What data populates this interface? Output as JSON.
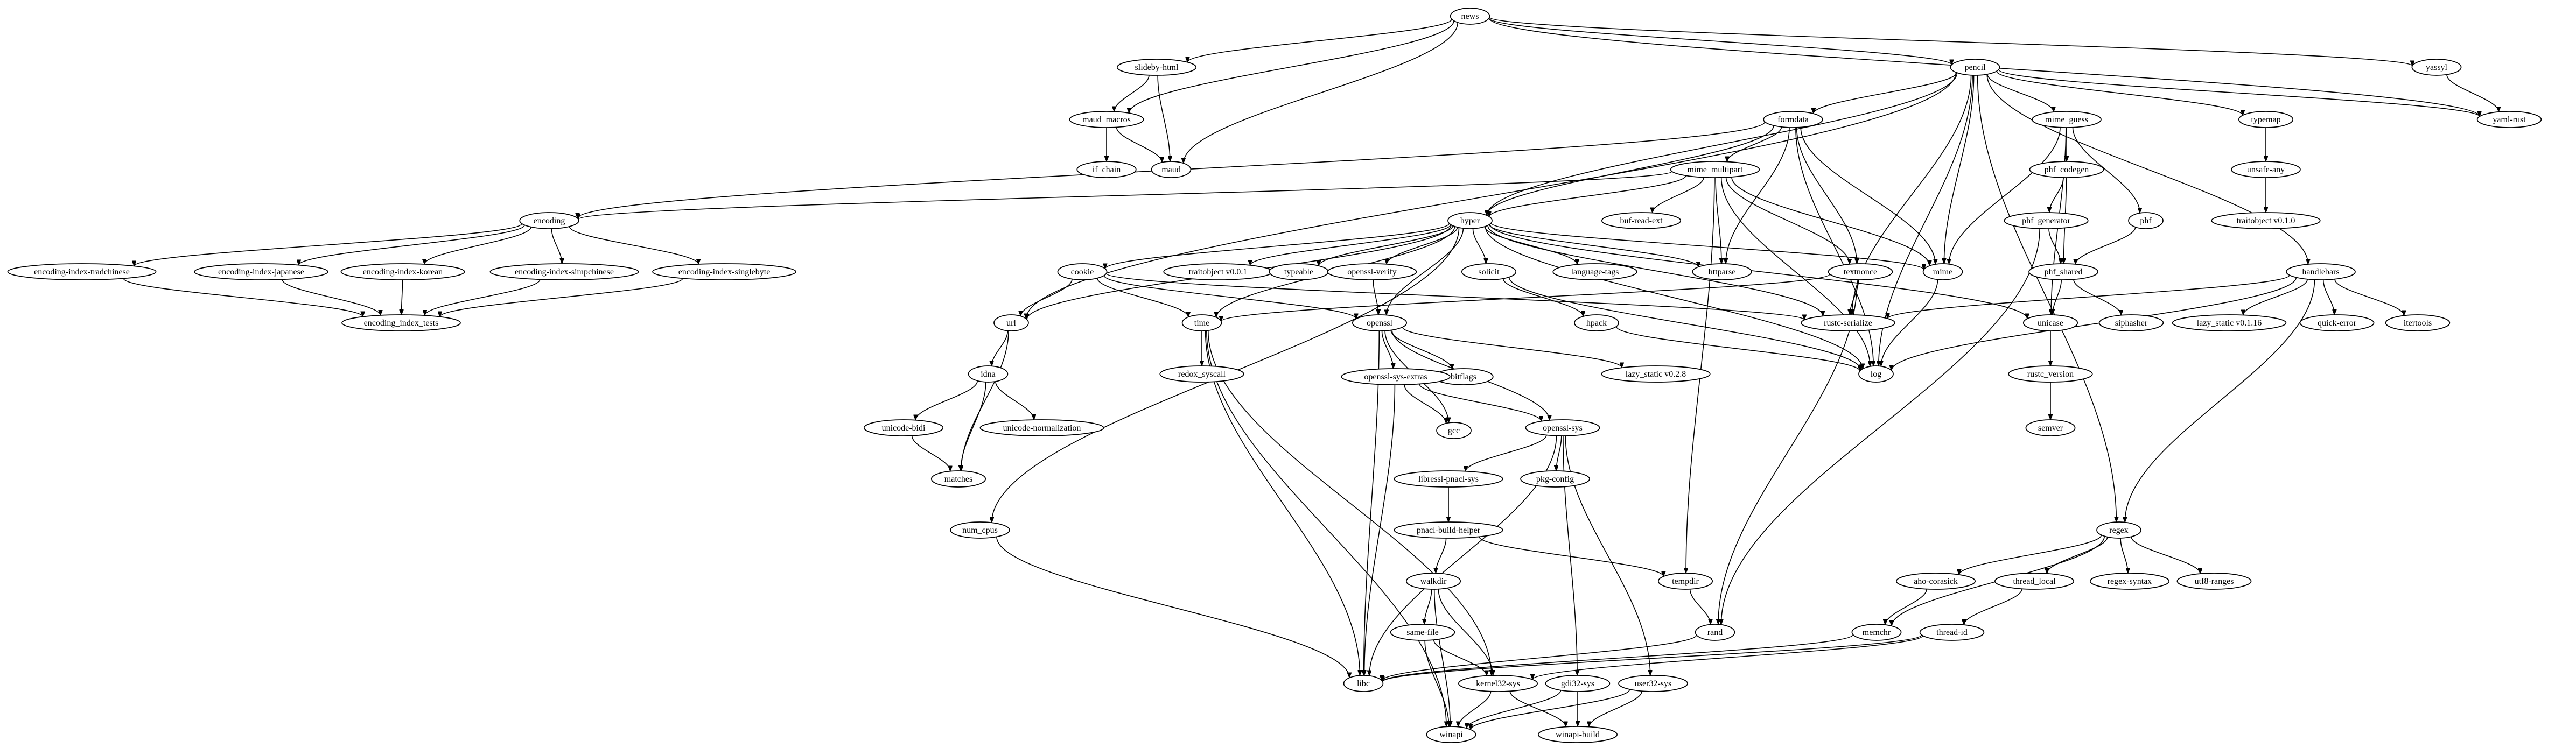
{
  "graph": {
    "nodes": [
      {
        "id": "news",
        "label": "news"
      },
      {
        "id": "slideby-html",
        "label": "slideby-html"
      },
      {
        "id": "pencil",
        "label": "pencil"
      },
      {
        "id": "yassyl",
        "label": "yassyl"
      },
      {
        "id": "maud_macros",
        "label": "maud_macros"
      },
      {
        "id": "formdata",
        "label": "formdata"
      },
      {
        "id": "mime_guess",
        "label": "mime_guess"
      },
      {
        "id": "typemap",
        "label": "typemap"
      },
      {
        "id": "yaml-rust",
        "label": "yaml-rust"
      },
      {
        "id": "if_chain",
        "label": "if_chain"
      },
      {
        "id": "maud",
        "label": "maud"
      },
      {
        "id": "mime_multipart",
        "label": "mime_multipart"
      },
      {
        "id": "phf_codegen",
        "label": "phf_codegen"
      },
      {
        "id": "unsafe-any",
        "label": "unsafe-any"
      },
      {
        "id": "encoding",
        "label": "encoding"
      },
      {
        "id": "buf-read-ext",
        "label": "buf-read-ext"
      },
      {
        "id": "phf_generator",
        "label": "phf_generator"
      },
      {
        "id": "phf",
        "label": "phf"
      },
      {
        "id": "traitobject v0.1.0",
        "label": "traitobject v0.1.0"
      },
      {
        "id": "hyper",
        "label": "hyper"
      },
      {
        "id": "encoding-index-tradchinese",
        "label": "encoding-index-tradchinese"
      },
      {
        "id": "encoding-index-japanese",
        "label": "encoding-index-japanese"
      },
      {
        "id": "encoding-index-korean",
        "label": "encoding-index-korean"
      },
      {
        "id": "encoding-index-simpchinese",
        "label": "encoding-index-simpchinese"
      },
      {
        "id": "encoding-index-singlebyte",
        "label": "encoding-index-singlebyte"
      },
      {
        "id": "cookie",
        "label": "cookie"
      },
      {
        "id": "traitobject v0.0.1",
        "label": "traitobject v0.0.1"
      },
      {
        "id": "typeable",
        "label": "typeable"
      },
      {
        "id": "openssl-verify",
        "label": "openssl-verify"
      },
      {
        "id": "solicit",
        "label": "solicit"
      },
      {
        "id": "language-tags",
        "label": "language-tags"
      },
      {
        "id": "httparse",
        "label": "httparse"
      },
      {
        "id": "textnonce",
        "label": "textnonce"
      },
      {
        "id": "mime",
        "label": "mime"
      },
      {
        "id": "phf_shared",
        "label": "phf_shared"
      },
      {
        "id": "handlebars",
        "label": "handlebars"
      },
      {
        "id": "encoding_index_tests",
        "label": "encoding_index_tests"
      },
      {
        "id": "url",
        "label": "url"
      },
      {
        "id": "time",
        "label": "time"
      },
      {
        "id": "openssl",
        "label": "openssl"
      },
      {
        "id": "hpack",
        "label": "hpack"
      },
      {
        "id": "rustc-serialize",
        "label": "rustc-serialize"
      },
      {
        "id": "unicase",
        "label": "unicase"
      },
      {
        "id": "siphasher",
        "label": "siphasher"
      },
      {
        "id": "lazy_static v0.1.16",
        "label": "lazy_static v0.1.16"
      },
      {
        "id": "quick-error",
        "label": "quick-error"
      },
      {
        "id": "itertools",
        "label": "itertools"
      },
      {
        "id": "redox_syscall",
        "label": "redox_syscall"
      },
      {
        "id": "bitflags",
        "label": "bitflags"
      },
      {
        "id": "lazy_static v0.2.8",
        "label": "lazy_static v0.2.8"
      },
      {
        "id": "log",
        "label": "log"
      },
      {
        "id": "openssl-sys-extras",
        "label": "openssl-sys-extras"
      },
      {
        "id": "rustc_version",
        "label": "rustc_version"
      },
      {
        "id": "idna",
        "label": "idna"
      },
      {
        "id": "gcc",
        "label": "gcc"
      },
      {
        "id": "openssl-sys",
        "label": "openssl-sys"
      },
      {
        "id": "semver",
        "label": "semver"
      },
      {
        "id": "unicode-bidi",
        "label": "unicode-bidi"
      },
      {
        "id": "unicode-normalization",
        "label": "unicode-normalization"
      },
      {
        "id": "matches",
        "label": "matches"
      },
      {
        "id": "libressl-pnacl-sys",
        "label": "libressl-pnacl-sys"
      },
      {
        "id": "pkg-config",
        "label": "pkg-config"
      },
      {
        "id": "pnacl-build-helper",
        "label": "pnacl-build-helper"
      },
      {
        "id": "regex",
        "label": "regex"
      },
      {
        "id": "num_cpus",
        "label": "num_cpus"
      },
      {
        "id": "walkdir",
        "label": "walkdir"
      },
      {
        "id": "tempdir",
        "label": "tempdir"
      },
      {
        "id": "aho-corasick",
        "label": "aho-corasick"
      },
      {
        "id": "thread_local",
        "label": "thread_local"
      },
      {
        "id": "regex-syntax",
        "label": "regex-syntax"
      },
      {
        "id": "utf8-ranges",
        "label": "utf8-ranges"
      },
      {
        "id": "same-file",
        "label": "same-file"
      },
      {
        "id": "rand",
        "label": "rand"
      },
      {
        "id": "memchr",
        "label": "memchr"
      },
      {
        "id": "thread-id",
        "label": "thread-id"
      },
      {
        "id": "libc",
        "label": "libc"
      },
      {
        "id": "kernel32-sys",
        "label": "kernel32-sys"
      },
      {
        "id": "gdi32-sys",
        "label": "gdi32-sys"
      },
      {
        "id": "user32-sys",
        "label": "user32-sys"
      },
      {
        "id": "winapi",
        "label": "winapi"
      },
      {
        "id": "winapi-build",
        "label": "winapi-build"
      }
    ],
    "edges": [
      [
        "news",
        "slideby-html"
      ],
      [
        "news",
        "maud_macros"
      ],
      [
        "news",
        "maud"
      ],
      [
        "news",
        "pencil"
      ],
      [
        "news",
        "yassyl"
      ],
      [
        "news",
        "yaml-rust"
      ],
      [
        "slideby-html",
        "maud_macros"
      ],
      [
        "slideby-html",
        "maud"
      ],
      [
        "maud_macros",
        "if_chain"
      ],
      [
        "maud_macros",
        "maud"
      ],
      [
        "yassyl",
        "yaml-rust"
      ],
      [
        "pencil",
        "formdata"
      ],
      [
        "pencil",
        "mime_guess"
      ],
      [
        "pencil",
        "typemap"
      ],
      [
        "pencil",
        "yaml-rust"
      ],
      [
        "pencil",
        "hyper"
      ],
      [
        "pencil",
        "url"
      ],
      [
        "pencil",
        "mime"
      ],
      [
        "pencil",
        "handlebars"
      ],
      [
        "pencil",
        "regex"
      ],
      [
        "pencil",
        "log"
      ],
      [
        "pencil",
        "rustc-serialize"
      ],
      [
        "formdata",
        "mime_multipart"
      ],
      [
        "formdata",
        "encoding"
      ],
      [
        "formdata",
        "hyper"
      ],
      [
        "formdata",
        "httparse"
      ],
      [
        "formdata",
        "textnonce"
      ],
      [
        "formdata",
        "mime"
      ],
      [
        "formdata",
        "log"
      ],
      [
        "mime_guess",
        "phf_codegen"
      ],
      [
        "mime_guess",
        "phf"
      ],
      [
        "mime_guess",
        "mime"
      ],
      [
        "mime_guess",
        "unicase"
      ],
      [
        "typemap",
        "unsafe-any"
      ],
      [
        "unsafe-any",
        "traitobject v0.1.0"
      ],
      [
        "mime_multipart",
        "buf-read-ext"
      ],
      [
        "mime_multipart",
        "hyper"
      ],
      [
        "mime_multipart",
        "httparse"
      ],
      [
        "mime_multipart",
        "textnonce"
      ],
      [
        "mime_multipart",
        "mime"
      ],
      [
        "mime_multipart",
        "encoding"
      ],
      [
        "mime_multipart",
        "log"
      ],
      [
        "mime_multipart",
        "tempdir"
      ],
      [
        "phf_codegen",
        "phf_generator"
      ],
      [
        "phf_codegen",
        "phf_shared"
      ],
      [
        "phf_generator",
        "phf_shared"
      ],
      [
        "phf_generator",
        "rand"
      ],
      [
        "phf",
        "phf_shared"
      ],
      [
        "phf_shared",
        "siphasher"
      ],
      [
        "phf_shared",
        "unicase"
      ],
      [
        "encoding",
        "encoding-index-tradchinese"
      ],
      [
        "encoding",
        "encoding-index-japanese"
      ],
      [
        "encoding",
        "encoding-index-korean"
      ],
      [
        "encoding",
        "encoding-index-simpchinese"
      ],
      [
        "encoding",
        "encoding-index-singlebyte"
      ],
      [
        "encoding-index-tradchinese",
        "encoding_index_tests"
      ],
      [
        "encoding-index-japanese",
        "encoding_index_tests"
      ],
      [
        "encoding-index-korean",
        "encoding_index_tests"
      ],
      [
        "encoding-index-simpchinese",
        "encoding_index_tests"
      ],
      [
        "encoding-index-singlebyte",
        "encoding_index_tests"
      ],
      [
        "hyper",
        "cookie"
      ],
      [
        "hyper",
        "traitobject v0.0.1"
      ],
      [
        "hyper",
        "typeable"
      ],
      [
        "hyper",
        "openssl-verify"
      ],
      [
        "hyper",
        "solicit"
      ],
      [
        "hyper",
        "language-tags"
      ],
      [
        "hyper",
        "httparse"
      ],
      [
        "hyper",
        "mime"
      ],
      [
        "hyper",
        "url"
      ],
      [
        "hyper",
        "time"
      ],
      [
        "hyper",
        "openssl"
      ],
      [
        "hyper",
        "num_cpus"
      ],
      [
        "hyper",
        "unicase"
      ],
      [
        "hyper",
        "log"
      ],
      [
        "hyper",
        "rustc-serialize"
      ],
      [
        "cookie",
        "url"
      ],
      [
        "cookie",
        "time"
      ],
      [
        "cookie",
        "openssl"
      ],
      [
        "cookie",
        "rustc-serialize"
      ],
      [
        "openssl-verify",
        "openssl"
      ],
      [
        "solicit",
        "hpack"
      ],
      [
        "solicit",
        "log"
      ],
      [
        "textnonce",
        "rustc-serialize"
      ],
      [
        "textnonce",
        "rand"
      ],
      [
        "textnonce",
        "time"
      ],
      [
        "mime",
        "log"
      ],
      [
        "handlebars",
        "lazy_static v0.1.16"
      ],
      [
        "handlebars",
        "quick-error"
      ],
      [
        "handlebars",
        "itertools"
      ],
      [
        "handlebars",
        "regex"
      ],
      [
        "handlebars",
        "log"
      ],
      [
        "handlebars",
        "rustc-serialize"
      ],
      [
        "url",
        "idna"
      ],
      [
        "url",
        "matches"
      ],
      [
        "time",
        "redox_syscall"
      ],
      [
        "time",
        "libc"
      ],
      [
        "time",
        "kernel32-sys"
      ],
      [
        "time",
        "winapi"
      ],
      [
        "openssl",
        "openssl-sys-extras"
      ],
      [
        "openssl",
        "bitflags"
      ],
      [
        "openssl",
        "lazy_static v0.2.8"
      ],
      [
        "openssl",
        "openssl-sys"
      ],
      [
        "openssl",
        "gcc"
      ],
      [
        "openssl",
        "libc"
      ],
      [
        "hpack",
        "log"
      ],
      [
        "unicase",
        "rustc_version"
      ],
      [
        "rustc_version",
        "semver"
      ],
      [
        "openssl-sys-extras",
        "gcc"
      ],
      [
        "openssl-sys-extras",
        "openssl-sys"
      ],
      [
        "openssl-sys-extras",
        "libc"
      ],
      [
        "idna",
        "unicode-bidi"
      ],
      [
        "idna",
        "unicode-normalization"
      ],
      [
        "idna",
        "matches"
      ],
      [
        "unicode-bidi",
        "matches"
      ],
      [
        "openssl-sys",
        "libressl-pnacl-sys"
      ],
      [
        "openssl-sys",
        "pkg-config"
      ],
      [
        "openssl-sys",
        "libc"
      ],
      [
        "openssl-sys",
        "gdi32-sys"
      ],
      [
        "openssl-sys",
        "user32-sys"
      ],
      [
        "libressl-pnacl-sys",
        "pnacl-build-helper"
      ],
      [
        "pnacl-build-helper",
        "walkdir"
      ],
      [
        "pnacl-build-helper",
        "tempdir"
      ],
      [
        "regex",
        "aho-corasick"
      ],
      [
        "regex",
        "thread_local"
      ],
      [
        "regex",
        "regex-syntax"
      ],
      [
        "regex",
        "utf8-ranges"
      ],
      [
        "regex",
        "memchr"
      ],
      [
        "num_cpus",
        "libc"
      ],
      [
        "walkdir",
        "same-file"
      ],
      [
        "walkdir",
        "kernel32-sys"
      ],
      [
        "walkdir",
        "winapi"
      ],
      [
        "tempdir",
        "rand"
      ],
      [
        "aho-corasick",
        "memchr"
      ],
      [
        "thread_local",
        "thread-id"
      ],
      [
        "same-file",
        "kernel32-sys"
      ],
      [
        "same-file",
        "winapi"
      ],
      [
        "rand",
        "libc"
      ],
      [
        "memchr",
        "libc"
      ],
      [
        "thread-id",
        "libc"
      ],
      [
        "thread-id",
        "kernel32-sys"
      ],
      [
        "kernel32-sys",
        "winapi"
      ],
      [
        "kernel32-sys",
        "winapi-build"
      ],
      [
        "gdi32-sys",
        "winapi"
      ],
      [
        "gdi32-sys",
        "winapi-build"
      ],
      [
        "user32-sys",
        "winapi"
      ],
      [
        "user32-sys",
        "winapi-build"
      ]
    ]
  }
}
